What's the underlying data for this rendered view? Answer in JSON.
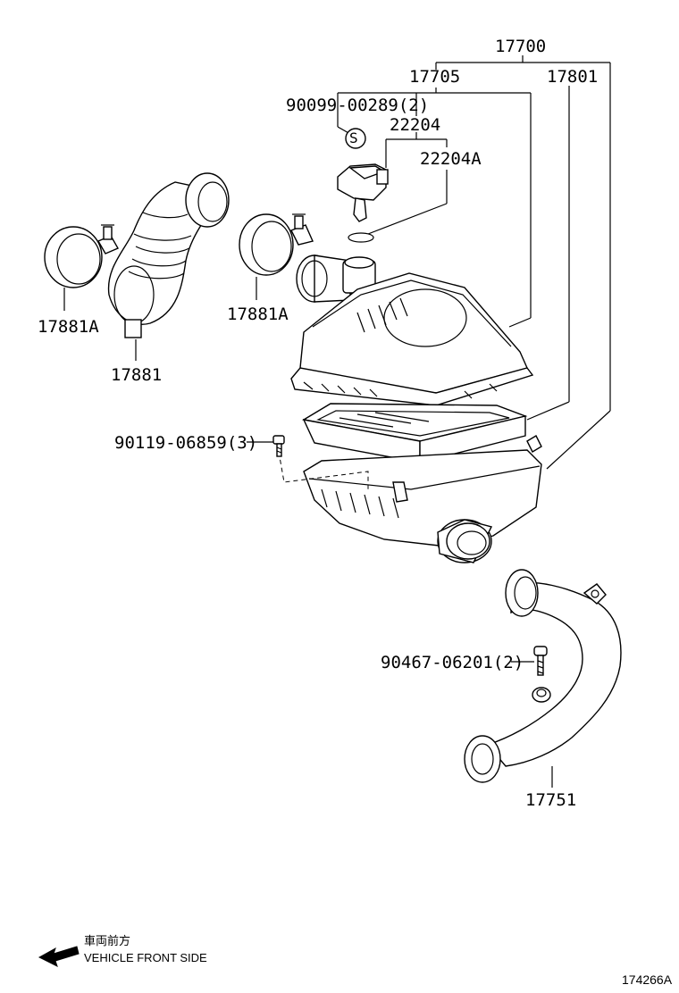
{
  "callouts": {
    "assembly": "17700",
    "cap": "17705",
    "element": "17801",
    "screw_cap": "90099-00289(2)",
    "s_mark": "S",
    "sensor": "22204",
    "oring": "22204A",
    "clamp_left": "17881A",
    "clamp_right": "17881A",
    "hose": "17881",
    "bolt_case": "90119-06859(3)",
    "bolt_pipe": "90467-06201(2)",
    "pipe": "17751"
  },
  "footer": {
    "direction_jp": "車両前方",
    "direction_en": "VEHICLE FRONT SIDE",
    "figure_number": "174266A"
  }
}
